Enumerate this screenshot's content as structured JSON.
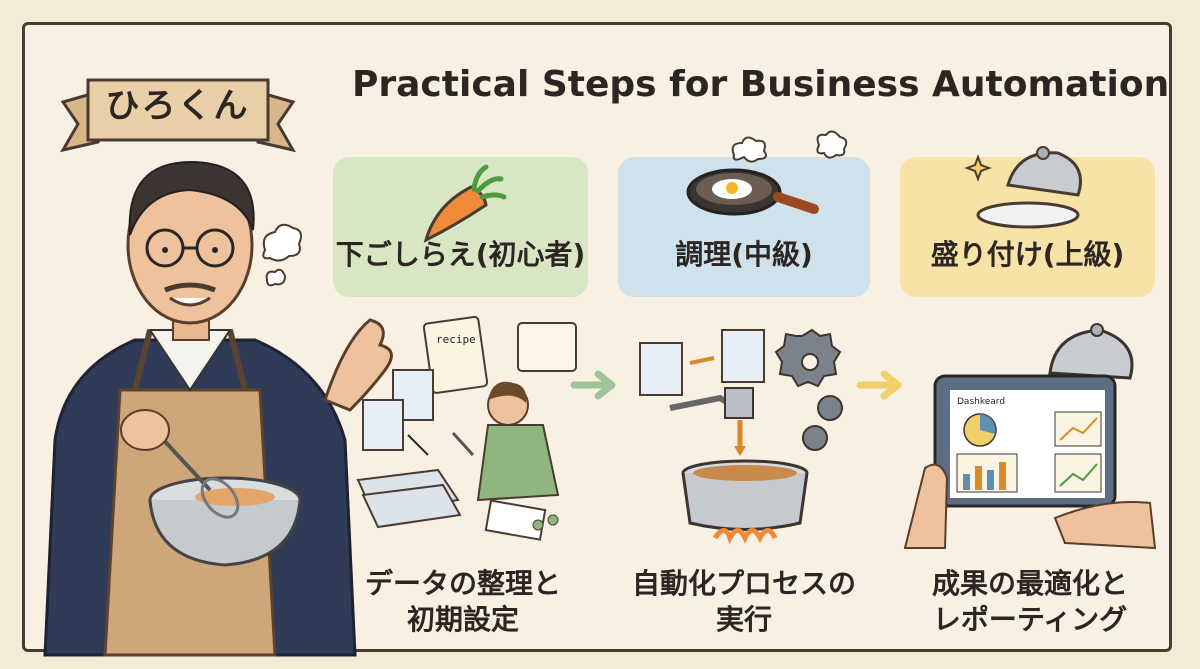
{
  "presenter": {
    "name": "ひろくん"
  },
  "title": "Practical Steps for Business Automation",
  "stages": [
    {
      "label": "下ごしらえ(初心者)",
      "color": "#d8e6c4",
      "icon": "carrot-icon",
      "caption_lines": [
        "データの整理と",
        "初期設定"
      ]
    },
    {
      "label": "調理(中級)",
      "color": "#cfe1ea",
      "icon": "frying-pan-icon",
      "caption_lines": [
        "自動化プロセスの",
        "実行"
      ]
    },
    {
      "label": "盛り付け(上級)",
      "color": "#f7e3a8",
      "icon": "serving-cloche-icon",
      "caption_lines": [
        "成果の最適化と",
        "レポーティング"
      ]
    }
  ],
  "illustrations": {
    "recipe_card_text": "recipe",
    "dashboard_title": "Dashkeard"
  },
  "arrow_colors": [
    "#9fc49a",
    "#f1cf6a"
  ]
}
